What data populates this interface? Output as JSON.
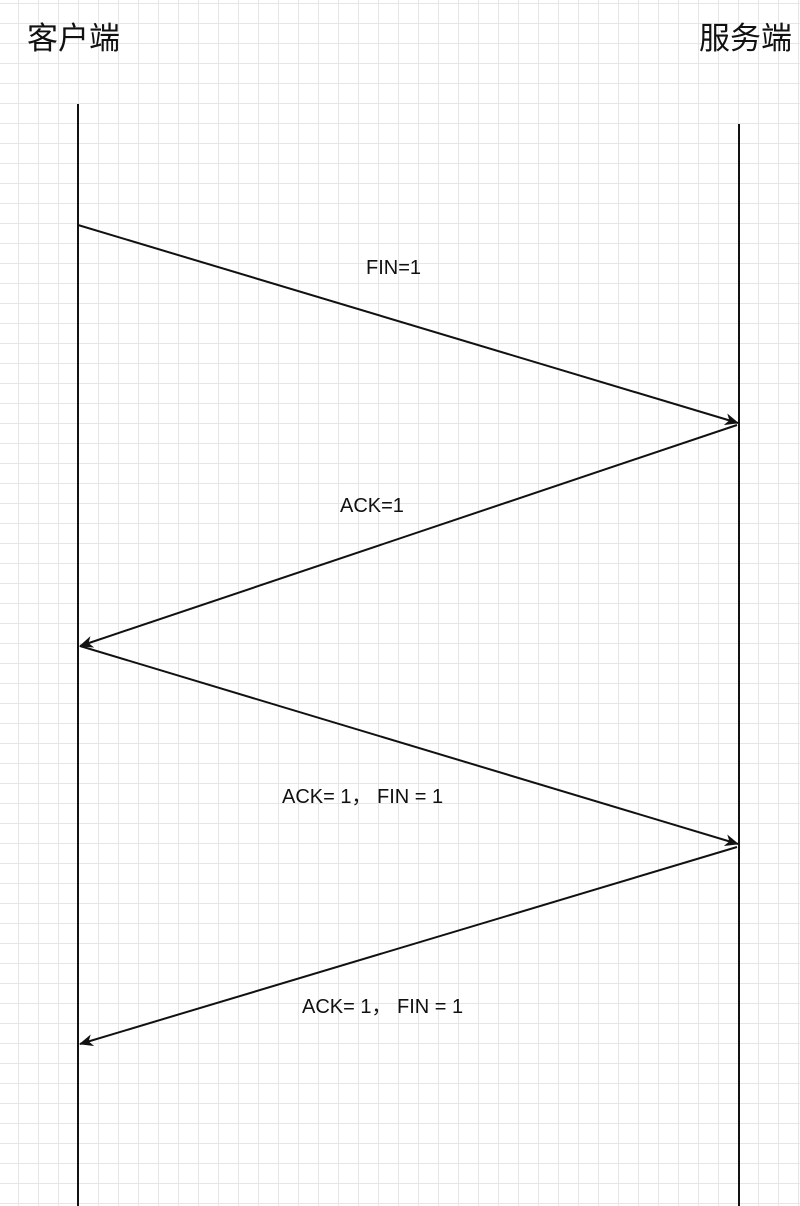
{
  "actors": {
    "client": "客户端",
    "server": "服务端"
  },
  "messages": [
    {
      "label": "FIN=1",
      "from": "client",
      "to": "server"
    },
    {
      "label": "ACK=1",
      "from": "server",
      "to": "client"
    },
    {
      "label": "ACK= 1， FIN = 1",
      "from": "client",
      "to": "server"
    },
    {
      "label": "ACK= 1， FIN = 1",
      "from": "server",
      "to": "client"
    }
  ],
  "colors": {
    "line": "#111111",
    "grid": "#e6e6e6",
    "background": "#ffffff"
  }
}
